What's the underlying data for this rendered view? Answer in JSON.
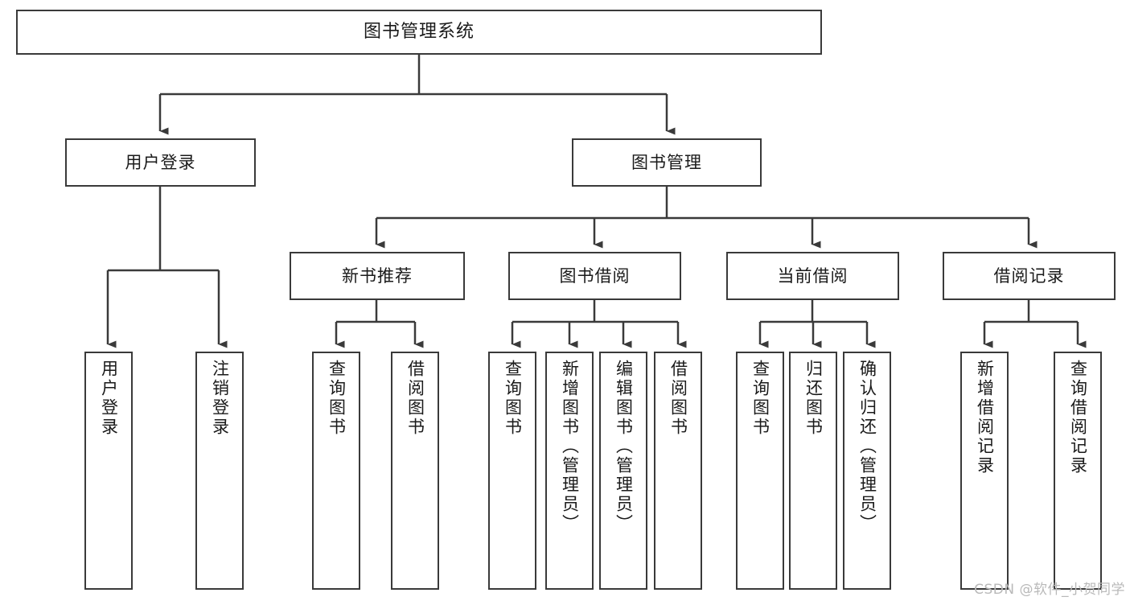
{
  "diagram": {
    "type": "tree-hierarchy-diagram",
    "title": "图书管理系统",
    "colors": {
      "stroke": "#3a3a3a",
      "box_fill": "#ffffff",
      "text": "#1a1a1a",
      "background": "#ffffff",
      "watermark": "#b9b9b9"
    },
    "levels": [
      {
        "level": 1,
        "nodes": [
          {
            "id": "root",
            "label": "图书管理系统",
            "orientation": "horizontal"
          }
        ]
      },
      {
        "level": 2,
        "nodes": [
          {
            "id": "login",
            "label": "用户登录",
            "orientation": "horizontal",
            "parent": "root"
          },
          {
            "id": "bookmgmt",
            "label": "图书管理",
            "orientation": "horizontal",
            "parent": "root"
          }
        ]
      },
      {
        "level": 3,
        "nodes": [
          {
            "id": "newbook",
            "label": "新书推荐",
            "orientation": "horizontal",
            "parent": "bookmgmt"
          },
          {
            "id": "borrow",
            "label": "图书借阅",
            "orientation": "horizontal",
            "parent": "bookmgmt"
          },
          {
            "id": "current",
            "label": "当前借阅",
            "orientation": "horizontal",
            "parent": "bookmgmt"
          },
          {
            "id": "records",
            "label": "借阅记录",
            "orientation": "horizontal",
            "parent": "bookmgmt"
          }
        ]
      },
      {
        "level": 4,
        "nodes": [
          {
            "id": "leaf1",
            "label": "用户登录",
            "orientation": "vertical",
            "parent": "login"
          },
          {
            "id": "leaf2",
            "label": "注销登录",
            "orientation": "vertical",
            "parent": "login"
          },
          {
            "id": "leaf3",
            "label": "查询图书",
            "orientation": "vertical",
            "parent": "newbook"
          },
          {
            "id": "leaf4",
            "label": "借阅图书",
            "orientation": "vertical",
            "parent": "newbook"
          },
          {
            "id": "leaf5",
            "label": "查询图书",
            "orientation": "vertical",
            "parent": "borrow"
          },
          {
            "id": "leaf6",
            "label": "新增图书（管理员）",
            "orientation": "vertical",
            "parent": "borrow"
          },
          {
            "id": "leaf7",
            "label": "编辑图书（管理员）",
            "orientation": "vertical",
            "parent": "borrow"
          },
          {
            "id": "leaf8",
            "label": "借阅图书",
            "orientation": "vertical",
            "parent": "borrow"
          },
          {
            "id": "leaf9",
            "label": "查询图书",
            "orientation": "vertical",
            "parent": "current"
          },
          {
            "id": "leaf10",
            "label": "归还图书",
            "orientation": "vertical",
            "parent": "current"
          },
          {
            "id": "leaf11",
            "label": "确认归还（管理员）",
            "orientation": "vertical",
            "parent": "current"
          },
          {
            "id": "leaf12",
            "label": "新增借阅记录",
            "orientation": "vertical",
            "parent": "records"
          },
          {
            "id": "leaf13",
            "label": "查询借阅记录",
            "orientation": "vertical",
            "parent": "records"
          }
        ]
      }
    ],
    "watermark": "CSDN @软件_小贺同学"
  }
}
